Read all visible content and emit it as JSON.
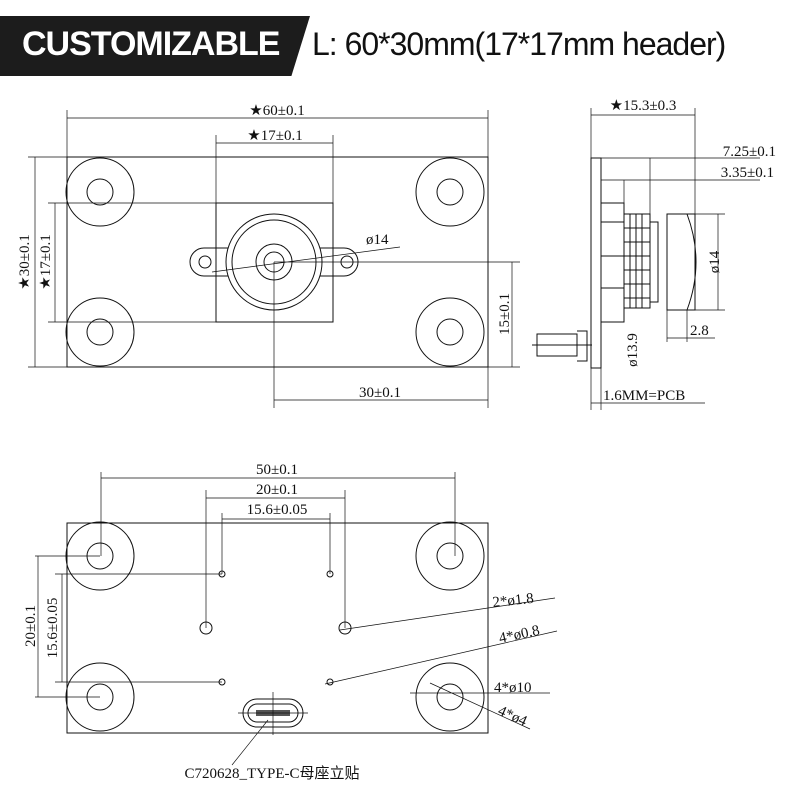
{
  "header": {
    "badge": "CUSTOMIZABLE",
    "spec": "L: 60*30mm(17*17mm header)"
  },
  "top_view": {
    "width": "★60±0.1",
    "header_width": "★17±0.1",
    "height": "★30±0.1",
    "header_height": "★17±0.1",
    "lens_dia": "ø14",
    "offset_y": "15±0.1",
    "offset_x": "30±0.1"
  },
  "side_view": {
    "depth": "★15.3±0.3",
    "d1": "7.25±0.1",
    "d2": "3.35±0.1",
    "lens_dia": "ø14",
    "barrel_dia": "ø13.9",
    "lens_len": "2.8",
    "pcb": "1.6MM=PCB"
  },
  "bottom_view": {
    "hole_span": "50±0.1",
    "pin_span": "20±0.1",
    "pad_span": "15.6±0.05",
    "hole_span_v": "20±0.1",
    "pad_span_v": "15.6±0.05",
    "pin_holes": "2*ø1.8",
    "pads": "4*ø0.8",
    "mount_outer": "4*ø10",
    "mount_inner": "4*ø4",
    "connector": "C720628_TYPE-C母座立贴"
  }
}
